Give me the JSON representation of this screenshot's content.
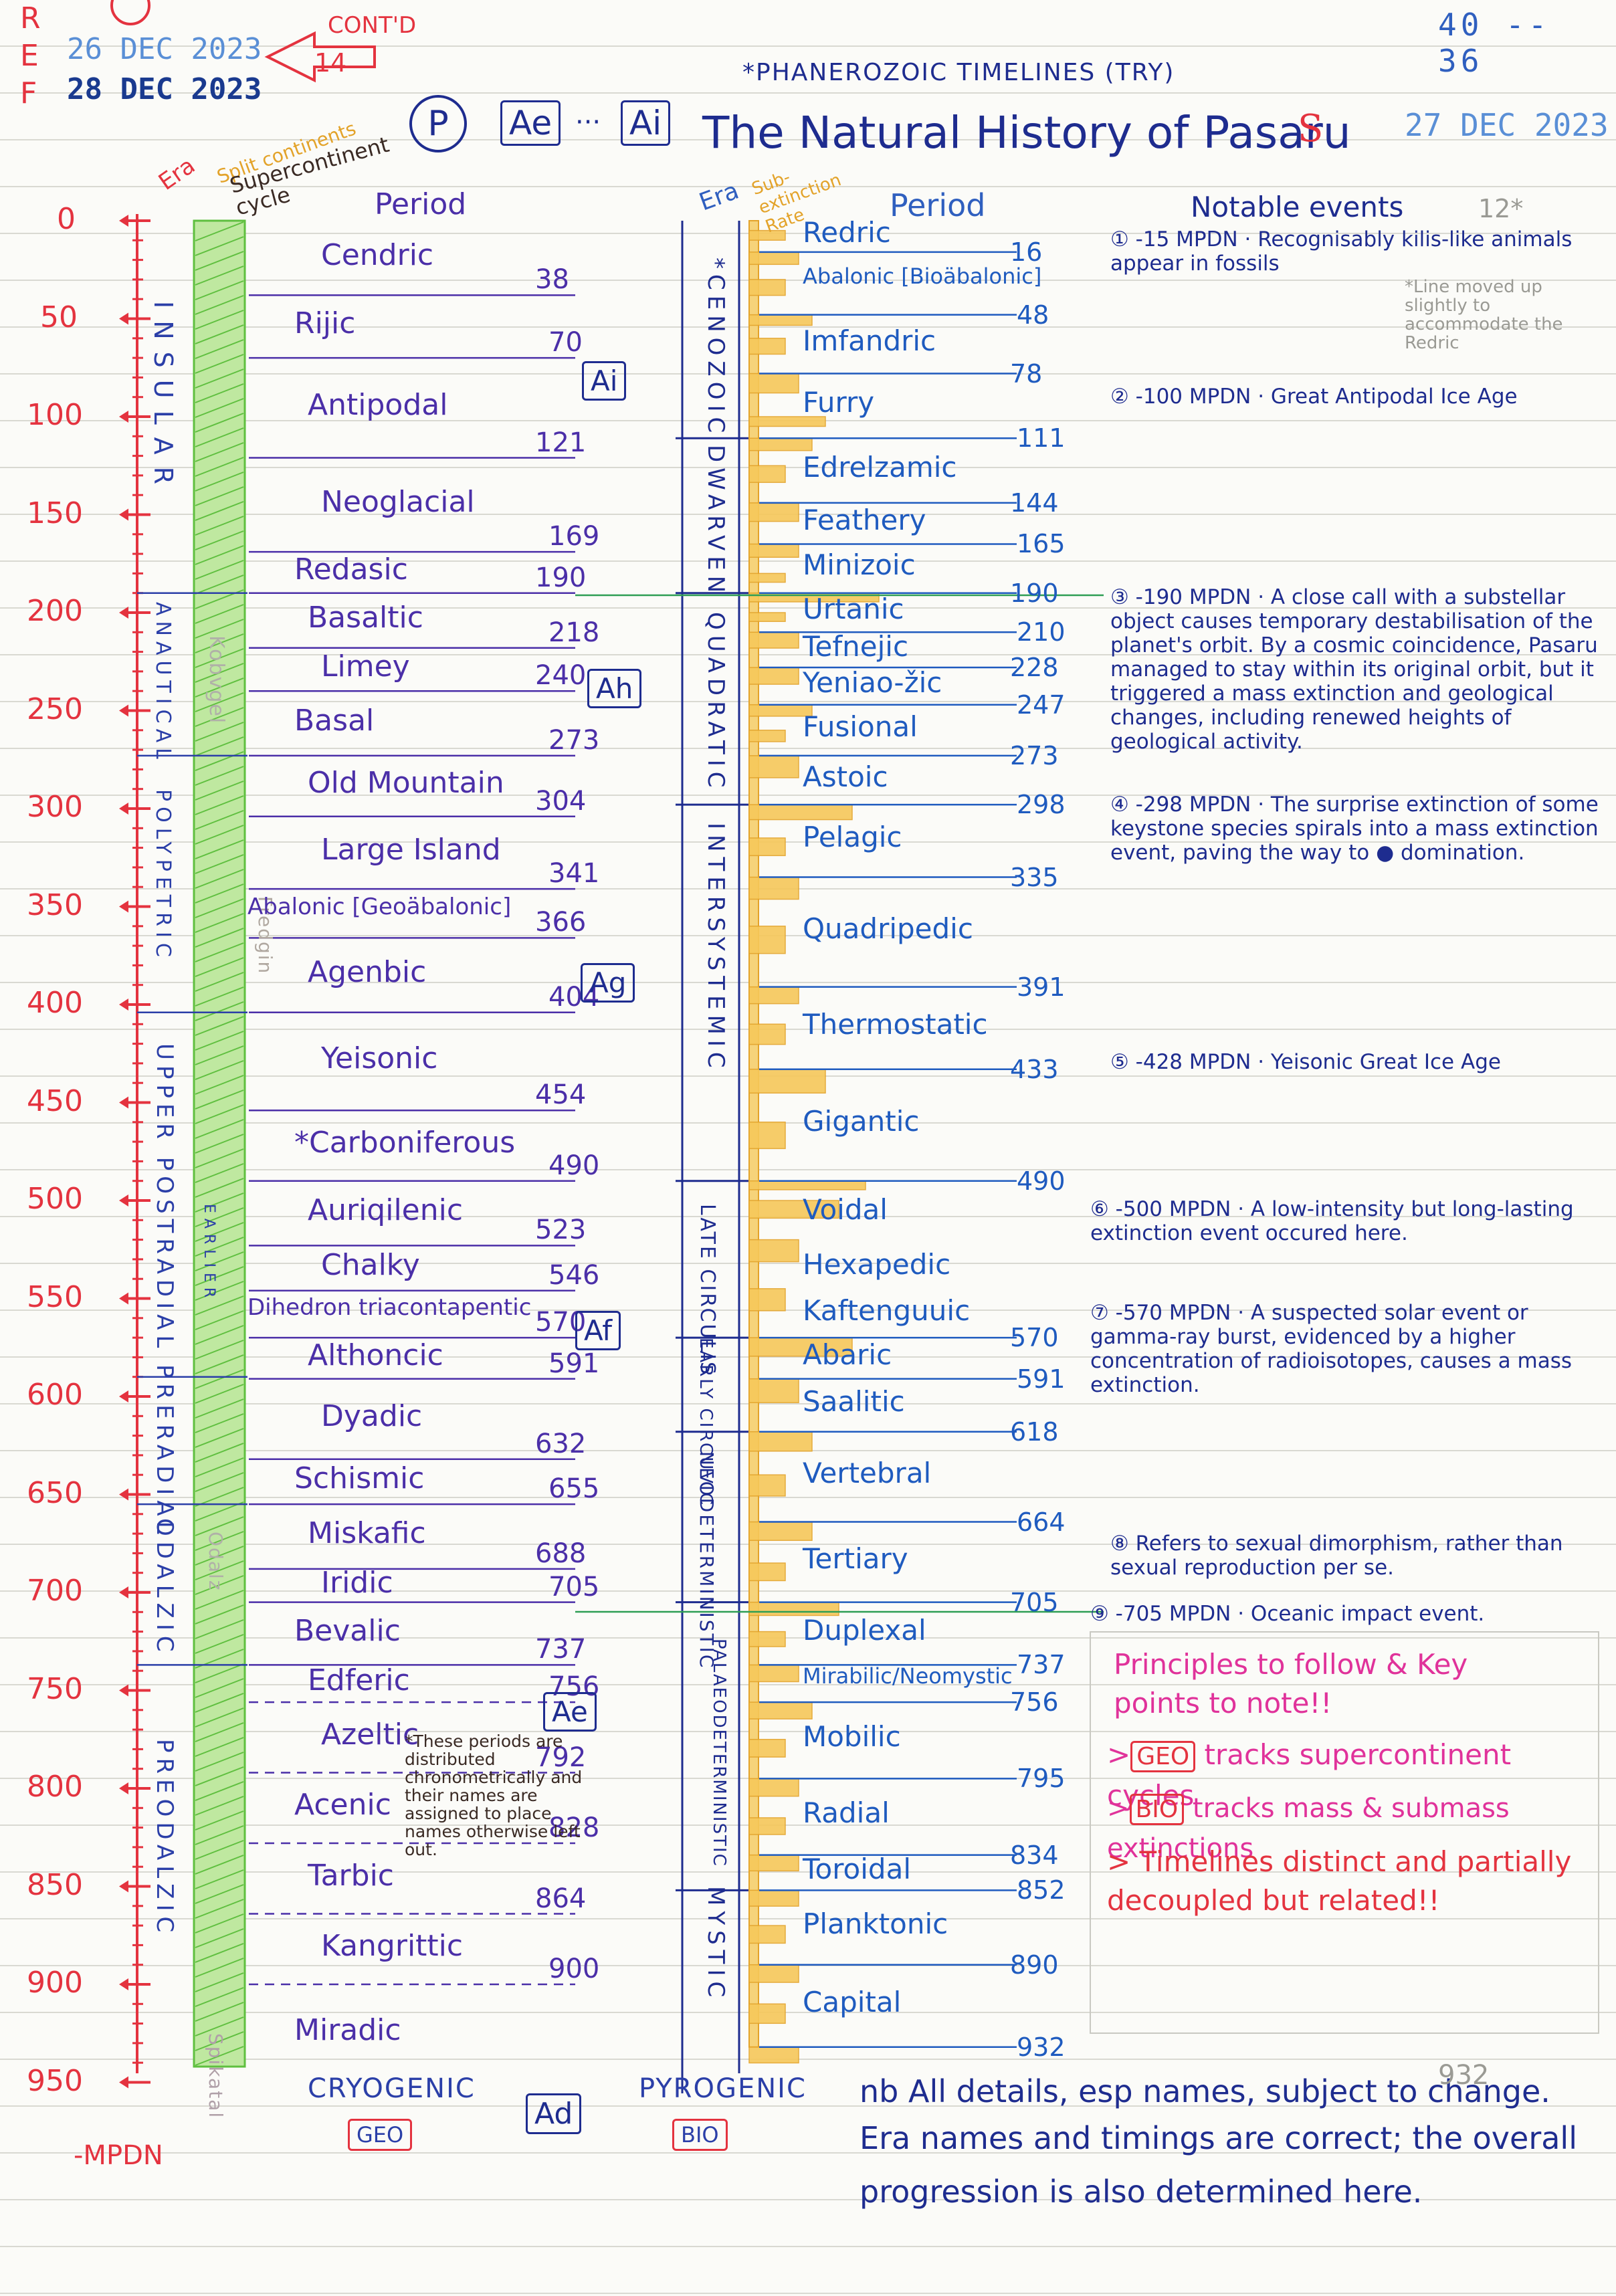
{
  "header": {
    "ref_letters": [
      "R",
      "E",
      "F"
    ],
    "stamp_date_1": "26 DEC 2023",
    "stamp_date_2": "28 DEC 2023",
    "contd_label": "CONT'D",
    "contd_page": "14",
    "page_code": "40 -- 36",
    "subtitle": "*PHANEROZOIC TIMELINES (TRY)",
    "badge_p": "P",
    "badge_ae": "Ae",
    "badge_dots": "···",
    "badge_ai": "Ai",
    "title": "The Natural History of Pasaru",
    "s_mark": "S",
    "right_date": "27 DEC 2023",
    "page_num": "12*"
  },
  "left_columns": {
    "era_label": "Era",
    "supercontinent_label": "Supercontinent cycle",
    "supercontinent_sub": "Split continents",
    "period_label": "Period",
    "unit_label": "-MPDN"
  },
  "scale_ticks": [
    "0",
    "50",
    "100",
    "150",
    "200",
    "250",
    "300",
    "350",
    "400",
    "450",
    "500",
    "550",
    "600",
    "650",
    "700",
    "750",
    "800",
    "850",
    "900",
    "950"
  ],
  "geo_eras": [
    "INSULAR",
    "ANAUTICAL",
    "POLYPETRIC",
    "UPPER POSTRADIAL",
    "EARLIER",
    "PRERADIAL",
    "ODALZIC",
    "PREODALZIC"
  ],
  "geo_subnames": [
    "Kobvgel",
    "Fredgin",
    "Odalz",
    "Spikatal"
  ],
  "geo_periods": [
    {
      "name": "Cendric",
      "end": "38"
    },
    {
      "name": "Rijic",
      "end": "70"
    },
    {
      "name": "Antipodal",
      "end": "121"
    },
    {
      "name": "Neoglacial",
      "end": "169"
    },
    {
      "name": "Redasic",
      "end": "190"
    },
    {
      "name": "Basaltic",
      "end": "218"
    },
    {
      "name": "Limey",
      "end": "240"
    },
    {
      "name": "Basal",
      "end": "273"
    },
    {
      "name": "Old Mountain",
      "end": "304"
    },
    {
      "name": "Large Island",
      "end": "341"
    },
    {
      "name": "Abalonic [Geoäbalonic]",
      "end": "366"
    },
    {
      "name": "Agenbic",
      "end": "404"
    },
    {
      "name": "Yeisonic",
      "end": "454"
    },
    {
      "name": "*Carboniferous",
      "end": "490"
    },
    {
      "name": "Auriqilenic",
      "end": "523"
    },
    {
      "name": "Chalky",
      "end": "546"
    },
    {
      "name": "Dihedron triacontapentic",
      "end": "570"
    },
    {
      "name": "Althoncic",
      "end": "591"
    },
    {
      "name": "Dyadic",
      "end": "632"
    },
    {
      "name": "Schismic",
      "end": "655"
    },
    {
      "name": "Miskafic",
      "end": "688"
    },
    {
      "name": "Iridic",
      "end": "705"
    },
    {
      "name": "Bevalic",
      "end": "737"
    },
    {
      "name": "Edferic",
      "end": "756"
    },
    {
      "name": "Azeltic",
      "end": "792"
    },
    {
      "name": "Acenic",
      "end": "828"
    },
    {
      "name": "Tarbic",
      "end": "864"
    },
    {
      "name": "Kangrittic",
      "end": "900"
    },
    {
      "name": "Miradic",
      "end": ""
    }
  ],
  "eon_markers": [
    "Ai",
    "Ah",
    "Ag",
    "Af",
    "Ae",
    "Ad"
  ],
  "footnote_left": "*These periods are distributed chronometrically and their names are assigned to place names otherwise left out.",
  "bio_header": {
    "era_label": "Era",
    "subextinction_label": "Sub-extinction Rate",
    "period_label": "Period",
    "events_label": "Notable events"
  },
  "bio_eras": [
    "*CENOZOIC",
    "DWARVEN",
    "QUADRATIC",
    "INTERSYSTEMIC",
    "LATE CIRCULIS",
    "EARLY CIRCUVIC",
    "NEODETERMINISTIC",
    "PALAEODETERMINISTIC",
    "MYSTIC"
  ],
  "bio_periods": [
    {
      "name": "Redric",
      "end": "16"
    },
    {
      "name": "Abalonic [Bioäbalonic]",
      "end": "48"
    },
    {
      "name": "Imfandric",
      "end": "78"
    },
    {
      "name": "Furry",
      "end": "111"
    },
    {
      "name": "Edrelzamic",
      "end": "144"
    },
    {
      "name": "Feathery",
      "end": "165"
    },
    {
      "name": "Minizoic",
      "end": "190"
    },
    {
      "name": "Urtanic",
      "end": "210"
    },
    {
      "name": "Tefnejic",
      "end": "228"
    },
    {
      "name": "Yeniao-žic",
      "end": "247"
    },
    {
      "name": "Fusional",
      "end": "273"
    },
    {
      "name": "Astoic",
      "end": "298"
    },
    {
      "name": "Pelagic",
      "end": "335"
    },
    {
      "name": "Quadripedic",
      "end": "391"
    },
    {
      "name": "Thermostatic",
      "end": "433"
    },
    {
      "name": "Gigantic",
      "end": "490"
    },
    {
      "name": "Voidal",
      "end": ""
    },
    {
      "name": "Hexapedic",
      "end": ""
    },
    {
      "name": "Kaftenguuic",
      "end": "570"
    },
    {
      "name": "Abaric",
      "end": "591"
    },
    {
      "name": "Saalitic",
      "end": "618"
    },
    {
      "name": "Vertebral",
      "end": "664"
    },
    {
      "name": "Tertiary",
      "end": "705"
    },
    {
      "name": "Duplexal",
      "end": "737"
    },
    {
      "name": "Mirabilic/Neomystic",
      "end": "756"
    },
    {
      "name": "Mobilic",
      "end": "795"
    },
    {
      "name": "Radial",
      "end": "834"
    },
    {
      "name": "Toroidal",
      "end": "852"
    },
    {
      "name": "Planktonic",
      "end": "890"
    },
    {
      "name": "Capital",
      "end": "932"
    }
  ],
  "events": [
    {
      "marker": "①",
      "text": "-15 MPDN · Recognisably kilis-like animals appear in fossils"
    },
    {
      "marker": "",
      "text": "*Line moved up slightly to accommodate the Redric"
    },
    {
      "marker": "②",
      "text": "-100 MPDN · Great Antipodal Ice Age"
    },
    {
      "marker": "③",
      "text": "-190 MPDN · A close call with a substellar object causes temporary destabilisation of the planet's orbit. By a cosmic coincidence, Pasaru managed to stay within its original orbit, but it triggered a mass extinction and geological changes, including renewed heights of geological activity."
    },
    {
      "marker": "④",
      "text": "-298 MPDN · The surprise extinction of some keystone species spirals into a mass extinction event, paving the way to ● domination."
    },
    {
      "marker": "⑤",
      "text": "-428 MPDN · Yeisonic Great Ice Age"
    },
    {
      "marker": "⑥",
      "text": "-500 MPDN · A low-intensity but long-lasting extinction event occured here."
    },
    {
      "marker": "⑦",
      "text": "-570 MPDN · A suspected solar event or gamma-ray burst, evidenced by a higher concentration of radioisotopes, causes a mass extinction."
    },
    {
      "marker": "⑧",
      "text": "Refers to sexual dimorphism, rather than sexual reproduction per se."
    },
    {
      "marker": "⑨",
      "text": "-705 MPDN · Oceanic impact event."
    }
  ],
  "principles": {
    "title": "Principles to follow & Key points to note!!",
    "geo_line_a": "GEO",
    "geo_line_b": "tracks supercontinent cycles",
    "bio_line_a": "BIO",
    "bio_line_b": "tracks mass & submass extinctions",
    "line3": "> Timelines distinct and partially decoupled but related!!"
  },
  "bottom": {
    "cryogenic": "CRYOGENIC",
    "geo_tag": "GEO",
    "pyrogenic": "PYROGENIC",
    "bio_tag": "BIO",
    "ad_badge": "Ad",
    "note_1": "nb  All details, esp names, subject to change.",
    "note_2": "Era names and timings are correct; the overall",
    "note_3": "progression is also determined here.",
    "end_num": "932"
  },
  "colors": {
    "scale": "#e4333f",
    "green_band": "#8ed15f",
    "orange_bars": "#f0b53a",
    "geo_ink": "#4b2fa8",
    "bio_ink": "#1f5bbf",
    "events_ink": "#1e2c8f",
    "principles_ink": "#e0329a"
  },
  "extinction_rate": {
    "unit_range_mpdn": [
      0,
      950
    ],
    "samples": [
      {
        "t": 5,
        "v": 2
      },
      {
        "t": 16,
        "v": 3
      },
      {
        "t": 30,
        "v": 2
      },
      {
        "t": 48,
        "v": 4
      },
      {
        "t": 60,
        "v": 2
      },
      {
        "t": 78,
        "v": 3
      },
      {
        "t": 100,
        "v": 5
      },
      {
        "t": 111,
        "v": 4
      },
      {
        "t": 125,
        "v": 2
      },
      {
        "t": 144,
        "v": 3
      },
      {
        "t": 165,
        "v": 3
      },
      {
        "t": 180,
        "v": 2
      },
      {
        "t": 190,
        "v": 9
      },
      {
        "t": 200,
        "v": 2
      },
      {
        "t": 210,
        "v": 3
      },
      {
        "t": 228,
        "v": 3
      },
      {
        "t": 247,
        "v": 4
      },
      {
        "t": 260,
        "v": 2
      },
      {
        "t": 273,
        "v": 3
      },
      {
        "t": 298,
        "v": 7
      },
      {
        "t": 315,
        "v": 2
      },
      {
        "t": 335,
        "v": 3
      },
      {
        "t": 360,
        "v": 2
      },
      {
        "t": 391,
        "v": 3
      },
      {
        "t": 410,
        "v": 2
      },
      {
        "t": 433,
        "v": 5
      },
      {
        "t": 460,
        "v": 2
      },
      {
        "t": 490,
        "v": 8
      },
      {
        "t": 500,
        "v": 6
      },
      {
        "t": 520,
        "v": 3
      },
      {
        "t": 545,
        "v": 2
      },
      {
        "t": 570,
        "v": 7
      },
      {
        "t": 591,
        "v": 3
      },
      {
        "t": 618,
        "v": 4
      },
      {
        "t": 640,
        "v": 2
      },
      {
        "t": 664,
        "v": 4
      },
      {
        "t": 685,
        "v": 2
      },
      {
        "t": 705,
        "v": 6
      },
      {
        "t": 720,
        "v": 2
      },
      {
        "t": 737,
        "v": 3
      },
      {
        "t": 756,
        "v": 4
      },
      {
        "t": 775,
        "v": 2
      },
      {
        "t": 795,
        "v": 3
      },
      {
        "t": 815,
        "v": 2
      },
      {
        "t": 834,
        "v": 3
      },
      {
        "t": 852,
        "v": 3
      },
      {
        "t": 870,
        "v": 2
      },
      {
        "t": 890,
        "v": 3
      },
      {
        "t": 910,
        "v": 2
      },
      {
        "t": 932,
        "v": 3
      }
    ]
  }
}
